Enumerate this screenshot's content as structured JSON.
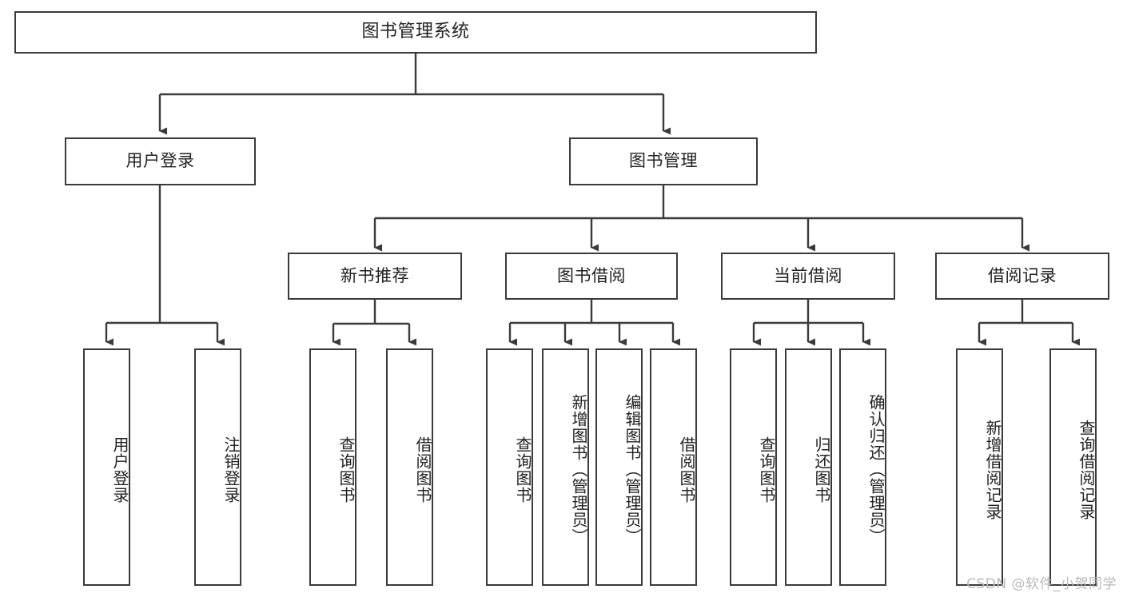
{
  "diagram": {
    "title": "图书管理系统",
    "type": "tree",
    "root": {
      "id": "root",
      "label": "图书管理系统"
    },
    "level2": [
      {
        "id": "user-login",
        "label": "用户登录"
      },
      {
        "id": "book-manage",
        "label": "图书管理"
      }
    ],
    "level3": [
      {
        "id": "new-book-rec",
        "label": "新书推荐",
        "parent": "book-manage"
      },
      {
        "id": "book-borrow",
        "label": "图书借阅",
        "parent": "book-manage"
      },
      {
        "id": "current-borrow",
        "label": "当前借阅",
        "parent": "book-manage"
      },
      {
        "id": "borrow-record",
        "label": "借阅记录",
        "parent": "book-manage"
      }
    ],
    "leaves": [
      {
        "id": "leaf-user-login",
        "label": "用户登录",
        "parent": "user-login"
      },
      {
        "id": "leaf-logout",
        "label": "注销登录",
        "parent": "user-login"
      },
      {
        "id": "leaf-query-book-1",
        "label": "查询图书",
        "parent": "new-book-rec"
      },
      {
        "id": "leaf-borrow-book-1",
        "label": "借阅图书",
        "parent": "new-book-rec"
      },
      {
        "id": "leaf-query-book-2",
        "label": "查询图书",
        "parent": "book-borrow"
      },
      {
        "id": "leaf-add-book",
        "label": "新增图书（管理员）",
        "parent": "book-borrow"
      },
      {
        "id": "leaf-edit-book",
        "label": "编辑图书（管理员）",
        "parent": "book-borrow"
      },
      {
        "id": "leaf-borrow-book-2",
        "label": "借阅图书",
        "parent": "book-borrow"
      },
      {
        "id": "leaf-query-book-3",
        "label": "查询图书",
        "parent": "current-borrow"
      },
      {
        "id": "leaf-return-book",
        "label": "归还图书",
        "parent": "current-borrow"
      },
      {
        "id": "leaf-confirm-return",
        "label": "确认归还（管理员）",
        "parent": "current-borrow"
      },
      {
        "id": "leaf-add-record",
        "label": "新增借阅记录",
        "parent": "borrow-record"
      },
      {
        "id": "leaf-query-record",
        "label": "查询借阅记录",
        "parent": "borrow-record"
      }
    ],
    "watermark": "CSDN @软件_小贺同学",
    "colors": {
      "stroke": "#3a3a3a",
      "background": "#ffffff",
      "text": "#222222",
      "watermark": "#b9b9b9"
    }
  }
}
